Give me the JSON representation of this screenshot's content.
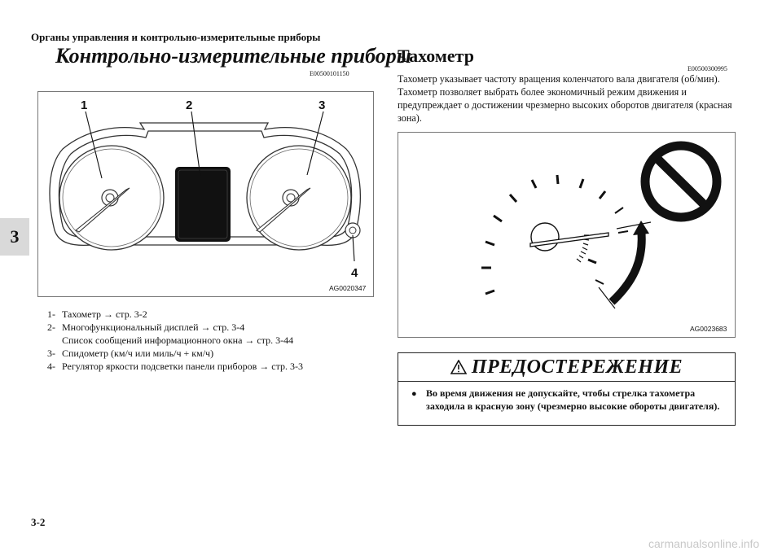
{
  "running_head": "Органы управления и контрольно-измерительные приборы",
  "chapter_number": "3",
  "left": {
    "heading": "Контрольно-измерительные приборы",
    "code": "E00500101150",
    "figure": {
      "callouts": [
        "1",
        "2",
        "3",
        "4"
      ],
      "code": "AG0020347"
    },
    "list": [
      {
        "num": "1-",
        "lines": [
          "Тахометр → стр. 3-2"
        ]
      },
      {
        "num": "2-",
        "lines": [
          "Многофункциональный дисплей → стр. 3-4",
          "Список сообщений информационного окна → стр. 3-44"
        ]
      },
      {
        "num": "3-",
        "lines": [
          "Спидометр (км/ч или миль/ч + км/ч)"
        ]
      },
      {
        "num": "4-",
        "lines": [
          "Регулятор яркости подсветки панели приборов → стр. 3-3"
        ]
      }
    ]
  },
  "right": {
    "heading": "Тахометр",
    "code": "E00500300995",
    "paragraph": "Тахометр указывает частоту вращения коленчатого вала двигателя (об/мин). Тахометр позволяет выбрать более экономичный режим движения и предупреждает о достижении чрезмерно высоких оборотов двигателя (красная зона).",
    "figure": {
      "code": "AG0023683"
    },
    "warning": {
      "title": "ПРЕДОСТЕРЕЖЕНИЕ",
      "items": [
        "Во время движения не допускайте, чтобы стрелка тахометра заходила в красную зону (чрезмерно высокие обороты двигателя)."
      ]
    }
  },
  "page_number": "3-2",
  "watermark": "carmanualsonline.info"
}
